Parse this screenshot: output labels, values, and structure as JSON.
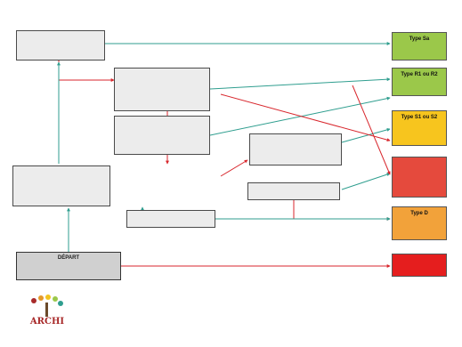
{
  "title": "",
  "start": {
    "label": "DÉPART",
    "question": ""
  },
  "questions": [
    {
      "id": "q1",
      "text": ""
    },
    {
      "id": "q2",
      "text": ""
    },
    {
      "id": "q3",
      "text": ""
    },
    {
      "id": "q4",
      "text": ""
    },
    {
      "id": "q5",
      "text": ""
    },
    {
      "id": "q6",
      "text": ""
    },
    {
      "id": "q7",
      "text": ""
    }
  ],
  "results": [
    {
      "id": "sa",
      "title": "Type Sa",
      "subtitle": "",
      "note": "",
      "color": "#9bc84a"
    },
    {
      "id": "r1r2",
      "title": "Type R1 ou R2",
      "subtitle": "",
      "note": "",
      "color": "#9bc84a"
    },
    {
      "id": "s1s2",
      "title": "Type S1 ou S2",
      "subtitle": "",
      "note": "",
      "color": "#f7c51e"
    },
    {
      "id": "ac",
      "title": "",
      "subtitle": "",
      "note": "",
      "color": "#e54a3d"
    },
    {
      "id": "d",
      "title": "Type D",
      "subtitle": "",
      "note": "",
      "color": "#f2a23a"
    },
    {
      "id": "m",
      "title": "",
      "subtitle": "",
      "note": "",
      "color": "#e51e1e"
    }
  ],
  "edge_labels": [
    {
      "id": "e1",
      "text": ""
    },
    {
      "id": "e2",
      "text": ""
    },
    {
      "id": "e3",
      "text": ""
    },
    {
      "id": "e4",
      "text": ""
    },
    {
      "id": "e5",
      "text": ""
    },
    {
      "id": "e6",
      "text": ""
    },
    {
      "id": "e7",
      "text": ""
    },
    {
      "id": "e8",
      "text": ""
    },
    {
      "id": "e9",
      "text": ""
    },
    {
      "id": "e10",
      "text": ""
    },
    {
      "id": "e11",
      "text": ""
    },
    {
      "id": "e12",
      "text": ""
    },
    {
      "id": "e13",
      "text": ""
    },
    {
      "id": "e14",
      "text": ""
    },
    {
      "id": "e15",
      "text": ""
    },
    {
      "id": "e16",
      "text": ""
    },
    {
      "id": "e17",
      "text": ""
    }
  ],
  "logo": {
    "word": "ARCHI",
    "subtitle": ""
  },
  "notes": "",
  "footer": "",
  "colors": {
    "yes": "#2f9e8f",
    "no": "#d8262c",
    "link": "#1f5fae"
  }
}
